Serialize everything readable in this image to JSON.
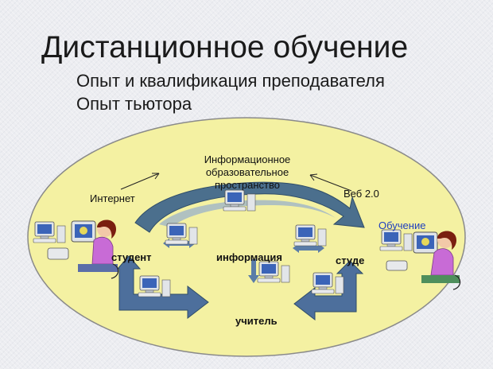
{
  "title": "Дистанционное обучение",
  "bullets": [
    "Опыт и квалификация преподавателя",
    "Опыт тьютора"
  ],
  "labels": {
    "info_space_line1": "Информационное",
    "info_space_line2": "образовательное",
    "info_space_line3": "пространство",
    "internet": "Интернет",
    "web2": "Веб 2.0",
    "learning": "Обучение",
    "student": "студент",
    "information": "информация",
    "student_right": "студе",
    "teacher": "учитель"
  },
  "colors": {
    "ellipse_fill": "#f4f1a2",
    "ellipse_stroke": "#8a8a8a",
    "arc_fill": "#4b6f8d",
    "arrow_fill": "#4d6f9c",
    "learning_text": "#1f3fbf",
    "person_shirt": "#c86bd6",
    "person_hair": "#7a1f10"
  },
  "icons": [
    "computer-icon",
    "person-at-desk-icon",
    "arrow-icon"
  ]
}
